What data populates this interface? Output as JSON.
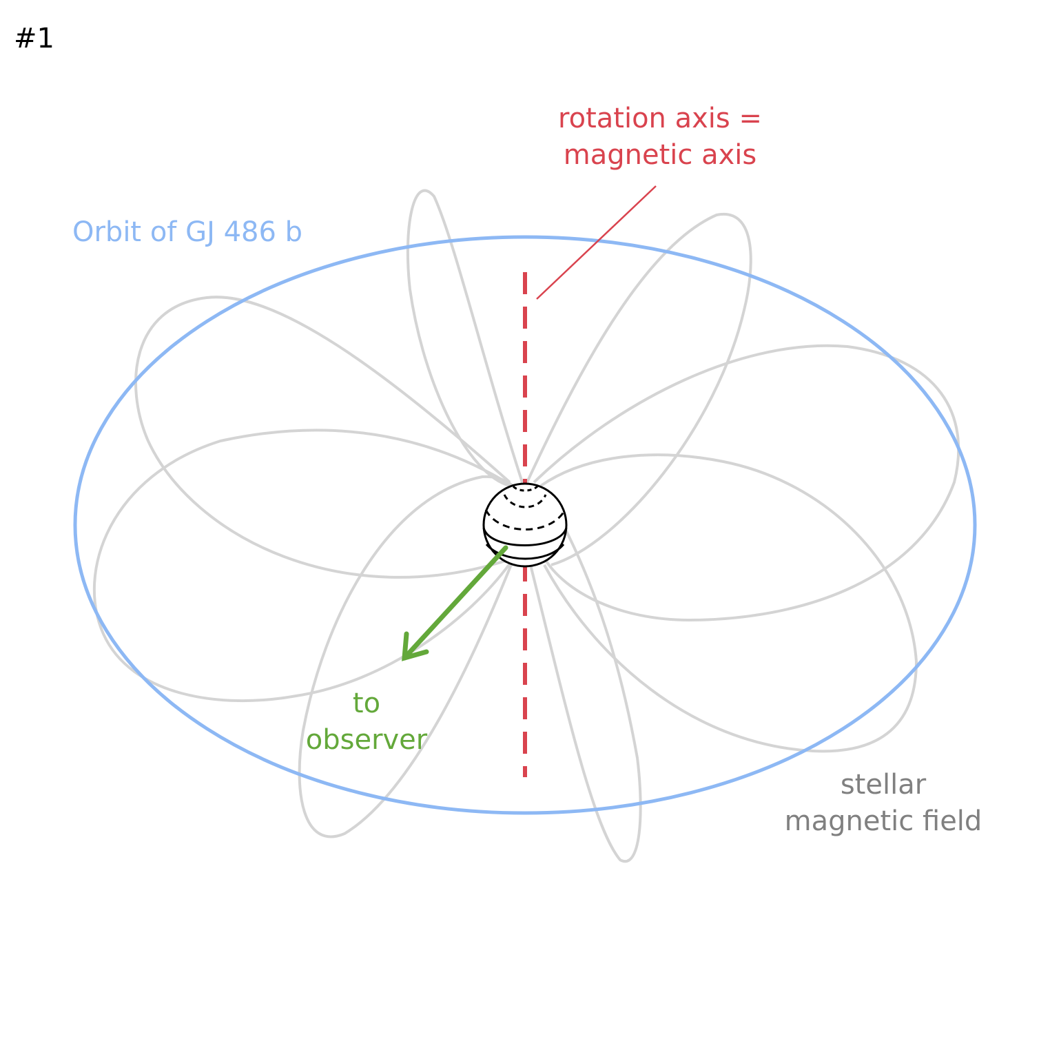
{
  "figure_number": "#1",
  "labels": {
    "rotation_axis_line1": "rotation axis =",
    "rotation_axis_line2": "magnetic axis",
    "orbit": "Orbit of GJ 486 b",
    "observer_line1": "to",
    "observer_line2": "observer",
    "field_line1": "stellar",
    "field_line2": "magnetic field"
  },
  "colors": {
    "axis": "#d9434e",
    "orbit": "#8db8f4",
    "observer": "#63a83a",
    "field_lines": "#d4d4d4",
    "field_label": "#808080",
    "star": "#000000"
  }
}
